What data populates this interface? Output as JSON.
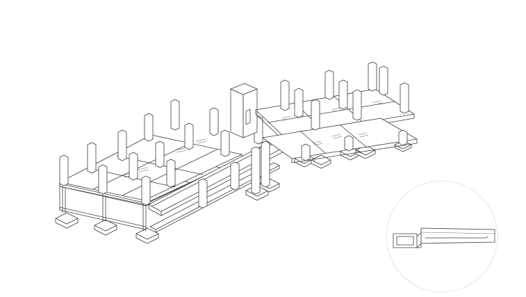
{
  "drawing": {
    "view": "isometric",
    "subject": "steel-frame",
    "line_color": "#3a3a3a",
    "background": "#ffffff",
    "detail_circle_style": "dashed"
  }
}
